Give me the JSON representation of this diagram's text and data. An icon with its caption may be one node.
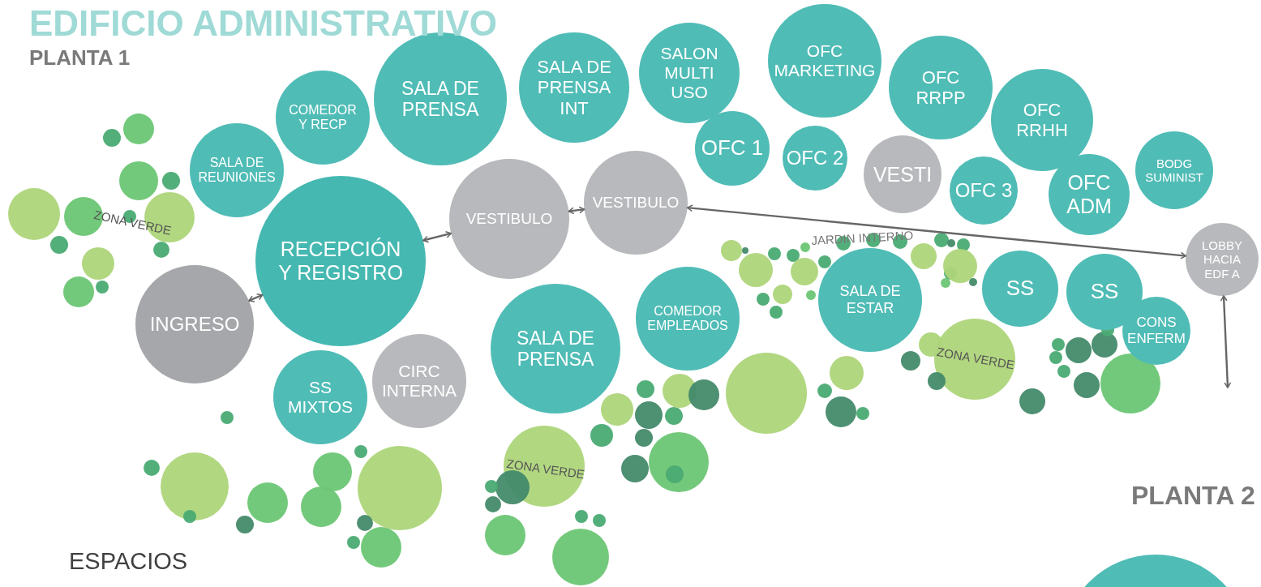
{
  "diagram": {
    "title": "EDIFICIO ADMINISTRATIVO",
    "nodes": [
      {
        "text": [
          "SALA DE PRENSA INT"
        ]
      },
      {
        "text": [
          "SALON MULTI USO"
        ]
      },
      {
        "text": [
          "OFC MARKETING"
        ]
      },
      {
        "text": [
          "OFC RRPP"
        ]
      },
      {
        "text": [
          "SALA DE PRENSA"
        ]
      },
      {
        "text": [
          "COMEDOR Y RECP"
        ]
      },
      {
        "text": [
          "OFC RRHH"
        ]
      },
      {
        "text": [
          "SALA DE REUNIONES"
        ]
      },
      {
        "text": [
          "OFC 1"
        ]
      },
      {
        "text": [
          "OFC 2"
        ]
      },
      {
        "text": [
          "VESTI"
        ]
      },
      {
        "text": [
          "BODG SUMINIST"
        ]
      },
      {
        "text": [
          "OFC 3"
        ]
      },
      {
        "text": [
          "OFC ADM"
        ]
      },
      {
        "text": [
          "VESTIBULO"
        ]
      },
      {
        "text": [
          "VESTIBULO"
        ]
      },
      {
        "text": [
          "RECEPCIÓN Y REGISTRO"
        ]
      },
      {
        "text": [
          "LOBBY HACIA EDF A"
        ]
      },
      {
        "text": [
          "SS"
        ]
      },
      {
        "text": [
          "SS"
        ]
      },
      {
        "text": [
          "SALA DE ESTAR"
        ]
      },
      {
        "text": [
          "COMEDOR EMPLEADOS"
        ]
      },
      {
        "text": [
          "INGRESO"
        ]
      },
      {
        "text": [
          "CONS ENFERM"
        ]
      },
      {
        "text": [
          "SALA DE PRENSA"
        ]
      },
      {
        "text": [
          "CIRC INTERNA"
        ]
      },
      {
        "text": [
          "SS MIXTOS"
        ]
      },
      {
        "text": [],
        "shape": "circle"
      }
    ],
    "edges": [
      {
        "from": 22,
        "to": 16,
        "arrow": "both"
      },
      {
        "from": 16,
        "to": 14,
        "arrow": "both"
      },
      {
        "from": 14,
        "to": 15,
        "arrow": "both"
      },
      {
        "from": 15,
        "to": 17,
        "arrow": "both"
      },
      {
        "from": 17,
        "to": null,
        "arrow": "both"
      }
    ],
    "labels": [
      "PLANTA 1",
      "ZONA VERDE",
      "JARDIN INTERNO",
      "ZONA VERDE",
      "ZONA VERDE",
      "PLANTA 2",
      "ESPACIOS"
    ]
  }
}
